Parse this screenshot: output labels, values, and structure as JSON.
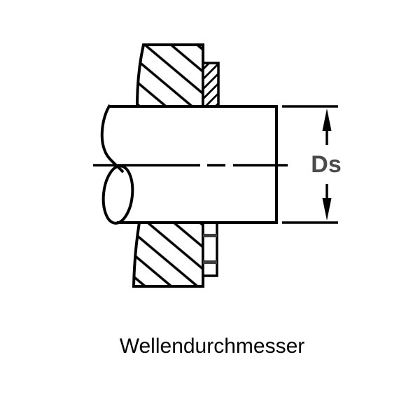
{
  "diagram": {
    "kind": "technical-cross-section-drawing",
    "dimension_label": "Ds",
    "caption": "Wellendurchmesser",
    "colors": {
      "line": "#000000",
      "dimension_text": "#4a4a4a",
      "seal_band": "#3d3d3d",
      "background": "#ffffff"
    }
  }
}
